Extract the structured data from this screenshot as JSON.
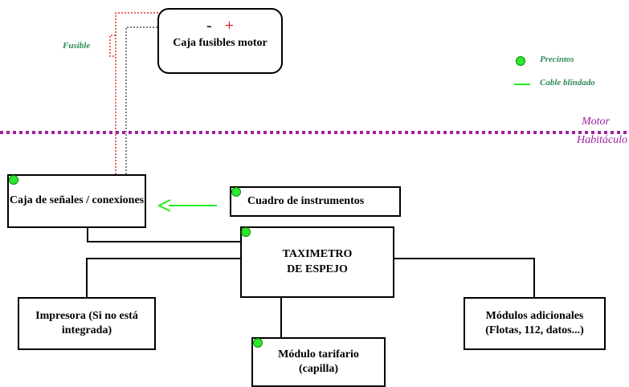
{
  "legend": {
    "seal_label": "Precintos",
    "cable_label": "Cable blindado"
  },
  "fuse": {
    "label": "Fusible"
  },
  "zones": {
    "motor": "Motor",
    "habitaculo": "Habitáculo"
  },
  "fusebox": {
    "minus": "-",
    "plus": "+",
    "title": "Caja fusibles motor"
  },
  "nodes": {
    "signals_box": "Caja de señales / conexiones",
    "instrument_panel": "Cuadro de instrumentos",
    "taximeter": "TAXIMETRO DE ESPEJO",
    "printer": "Impresora (Si no está integrada)",
    "additional_modules": "Módulos adicionales (Flotas, 112, datos...)",
    "tariff_module": "Módulo tarifario (capilla)"
  },
  "colors": {
    "seal_green": "#2ee82e",
    "cable_green": "#22ee22",
    "divider_purple": "#a020a0",
    "positive_red": "#e00000",
    "label_teal": "#2e8b57"
  }
}
